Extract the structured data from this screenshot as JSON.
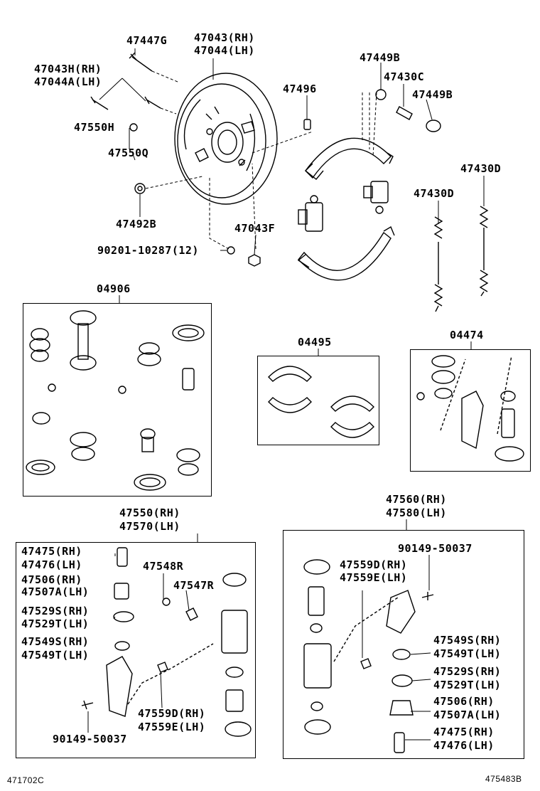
{
  "top": {
    "bolt_a": "47447G",
    "plate_rh": "47043(RH)",
    "plate_lh": "47044(LH)",
    "bolt_b_rh": "47043H(RH)",
    "bolt_b_lh": "47044A(LH)",
    "plug": "47550H",
    "plug2": "47550Q",
    "grommet": "47492B",
    "screw": "90201-10287(12)",
    "nut": "47043F",
    "pin": "47496",
    "cap_a": "47449B",
    "cap_b": "47449B",
    "adjuster": "47430C",
    "spring_a": "47430D",
    "spring_b": "47430D"
  },
  "kits": {
    "kit_a": "04906",
    "kit_b": "04495",
    "kit_c": "04474"
  },
  "left_cyl": {
    "title_rh": "47550(RH)",
    "title_lh": "47570(LH)",
    "l1a": "47475(RH)",
    "l1b": "47476(LH)",
    "l2a": "47506(RH)",
    "l2b": "47507A(LH)",
    "l3a": "47529S(RH)",
    "l3b": "47529T(LH)",
    "l4a": "47549S(RH)",
    "l4b": "47549T(LH)",
    "r1": "47548R",
    "r2": "47547R",
    "clip_rh": "47559D(RH)",
    "clip_lh": "47559E(LH)",
    "bolt": "90149-50037"
  },
  "right_cyl": {
    "title_rh": "47560(RH)",
    "title_lh": "47580(LH)",
    "bolt": "90149-50037",
    "clip_rh": "47559D(RH)",
    "clip_lh": "47559E(LH)",
    "l1a": "47549S(RH)",
    "l1b": "47549T(LH)",
    "l2a": "47529S(RH)",
    "l2b": "47529T(LH)",
    "l3a": "47506(RH)",
    "l3b": "47507A(LH)",
    "l4a": "47475(RH)",
    "l4b": "47476(LH)"
  },
  "footer": {
    "left_code": "471702C",
    "right_code": "475483B"
  }
}
